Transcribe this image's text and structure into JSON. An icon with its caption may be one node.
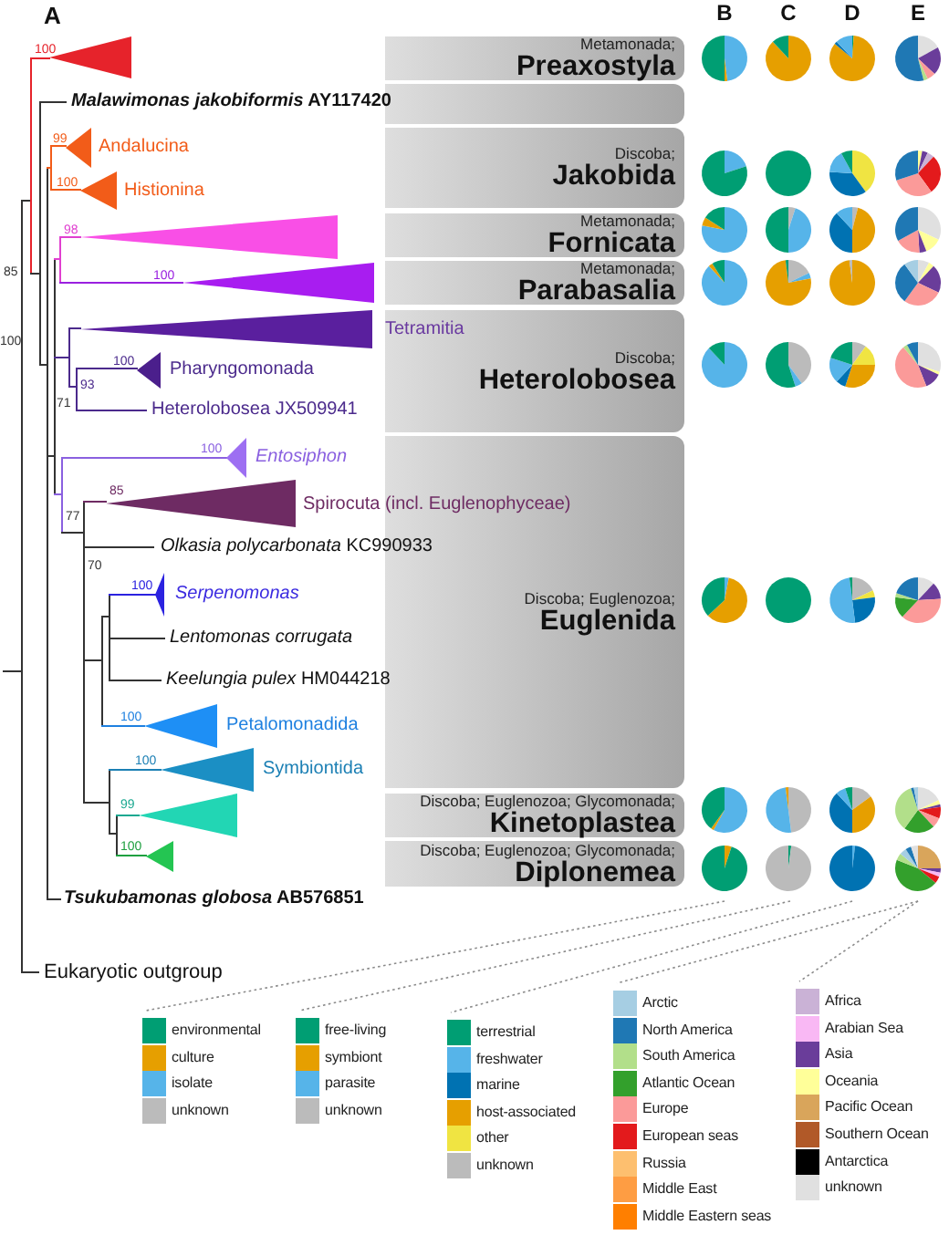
{
  "diagram": {
    "nodes": [
      {
        "text": [
          "Metamonada;",
          "Preaxostyla"
        ]
      },
      {
        "text": [],
        "shape": "box"
      },
      {
        "text": [
          "Discoba;",
          "Jakobida"
        ]
      },
      {
        "text": [
          "Metamonada;",
          "Fornicata"
        ]
      },
      {
        "text": [
          "Metamonada;",
          "Parabasalia"
        ]
      },
      {
        "text": [
          "Discoba;",
          "Heterolobosea"
        ]
      },
      {
        "text": [
          "Discoba; Euglenozoa;",
          "Euglenida"
        ]
      },
      {
        "text": [
          "Discoba; Euglenozoa; Glycomonada;",
          "Kinetoplastea"
        ]
      },
      {
        "text": [
          "Discoba; Euglenozoa; Glycomonada;",
          "Diplonemea"
        ]
      }
    ],
    "labels": [
      "A",
      "B",
      "C",
      "D",
      "E",
      "100",
      "*Malawimonas jakobiformis* AY117420",
      "99",
      "Andalucina",
      "100",
      "Histionina",
      "98",
      "85",
      "100",
      "Tetramitia",
      "100",
      "100",
      "Pharyngomonada",
      "93",
      "71",
      "Heterolobosea JX509941",
      "100",
      "Entosiphon",
      "85",
      "Spirocuta (incl. Euglenophyceae)",
      "77",
      "*Olkasia polycarbonata* KC990933",
      "70",
      "100",
      "Serpenomonas",
      "Lentomonas corrugata",
      "*Keelungia pulex* HM044218",
      "100",
      "Petalomonadida",
      "100",
      "Symbiontida",
      "99",
      "100",
      "*Tsukubamonas globosa* AB576851",
      "Eukaryotic outgroup"
    ],
    "legend": [
      {
        "text": "environmental",
        "color": "#009e73"
      },
      {
        "text": "culture",
        "color": "#e69f00"
      },
      {
        "text": "isolate",
        "color": "#56b4e9"
      },
      {
        "text": "unknown",
        "color": "#bbbbbb"
      },
      {
        "text": "free-living",
        "color": "#009e73"
      },
      {
        "text": "symbiont",
        "color": "#e69f00"
      },
      {
        "text": "parasite",
        "color": "#56b4e9"
      },
      {
        "text": "unknown",
        "color": "#bbbbbb"
      },
      {
        "text": "terrestrial",
        "color": "#009e73"
      },
      {
        "text": "freshwater",
        "color": "#56b4e9"
      },
      {
        "text": "marine",
        "color": "#0072b2"
      },
      {
        "text": "host-associated",
        "color": "#e69f00"
      },
      {
        "text": "other",
        "color": "#f0e442"
      },
      {
        "text": "unknown",
        "color": "#bbbbbb"
      },
      {
        "text": "Arctic",
        "color": "#a6cee3"
      },
      {
        "text": "North America",
        "color": "#1f78b4"
      },
      {
        "text": "South America",
        "color": "#b2df8a"
      },
      {
        "text": "Atlantic Ocean",
        "color": "#33a02c"
      },
      {
        "text": "Europe",
        "color": "#fb9a99"
      },
      {
        "text": "European seas",
        "color": "#e31a1c"
      },
      {
        "text": "Russia",
        "color": "#fdbf6f"
      },
      {
        "text": "Middle East",
        "color": "#fe9d43"
      },
      {
        "text": "Middle Eastern seas",
        "color": "#ff7f00"
      },
      {
        "text": "Africa",
        "color": "#cab2d6"
      },
      {
        "text": "Arabian Sea",
        "color": "#f9b8f4"
      },
      {
        "text": "Asia",
        "color": "#6a3d9a"
      },
      {
        "text": "Oceania",
        "color": "#ffff99"
      },
      {
        "text": "Pacific Ocean",
        "color": "#d9a55b"
      },
      {
        "text": "Southern Ocean",
        "color": "#b15928"
      },
      {
        "text": "Antarctica",
        "color": "#000000"
      },
      {
        "text": "unknown",
        "color": "#e0e0e0"
      }
    ]
  }
}
